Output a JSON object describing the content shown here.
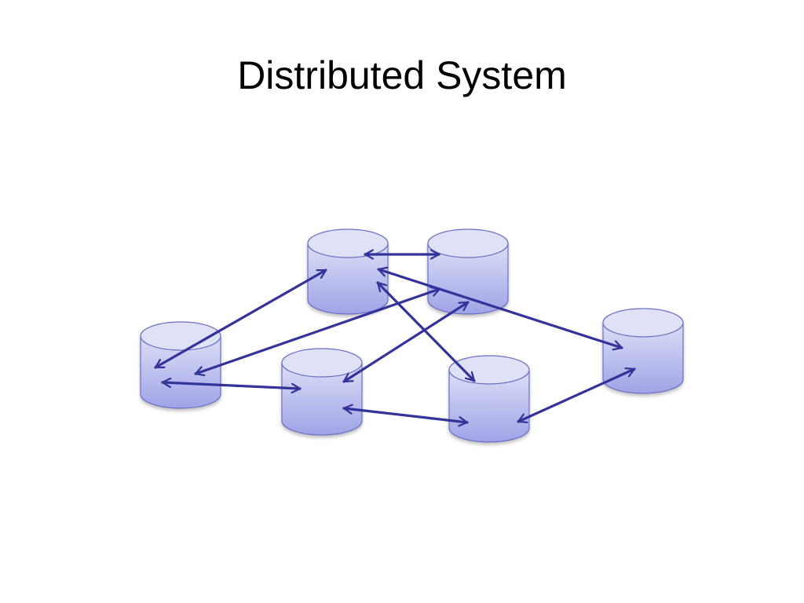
{
  "slide": {
    "title": "Distributed System"
  },
  "colors": {
    "cylinder_top": "#dfe1f6",
    "cylinder_body_top": "#dcdef5",
    "cylinder_body_bottom": "#9fa3e6",
    "cylinder_stroke": "#6b6fc4",
    "arrow": "#333399"
  },
  "diagram": {
    "node_shape": "database-cylinder",
    "node_count": 6,
    "links": [
      {
        "from": "node-top-left",
        "to": "node-top-right",
        "bidirectional": true
      },
      {
        "from": "node-top-left",
        "to": "node-left",
        "bidirectional": true
      },
      {
        "from": "node-top-left",
        "to": "node-bottom-right",
        "bidirectional": true
      },
      {
        "from": "node-top-left",
        "to": "node-far-right",
        "bidirectional": true
      },
      {
        "from": "node-top-right",
        "to": "node-left",
        "bidirectional": true
      },
      {
        "from": "node-top-right",
        "to": "node-center",
        "bidirectional": true
      },
      {
        "from": "node-left",
        "to": "node-center",
        "bidirectional": true
      },
      {
        "from": "node-center",
        "to": "node-bottom-right",
        "bidirectional": true
      },
      {
        "from": "node-bottom-right",
        "to": "node-far-right",
        "bidirectional": true
      }
    ]
  }
}
